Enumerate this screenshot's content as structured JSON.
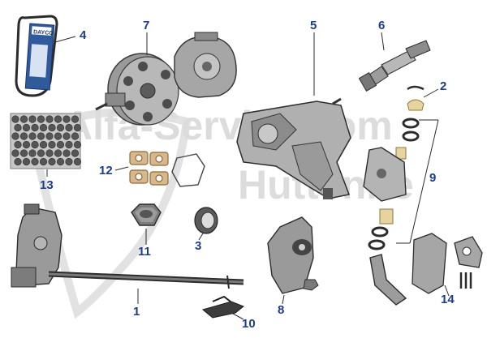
{
  "watermark": {
    "line1": "Alfa-Service.com",
    "line2": "Huttenne"
  },
  "belt_label": "DAYCO",
  "colors": {
    "callout": "#1e3c8c",
    "part_dark": "#3a3a3a",
    "part_mid": "#8c8c8c",
    "part_light": "#cfcfcf",
    "watermark": "#d9d9d9"
  },
  "callouts": {
    "c1": "1",
    "c2": "2",
    "c3": "3",
    "c4": "4",
    "c5": "5",
    "c6": "6",
    "c7": "7",
    "c8": "8",
    "c9": "9",
    "c10": "10",
    "c11": "11",
    "c12": "12",
    "c13": "13",
    "c14": "14"
  }
}
